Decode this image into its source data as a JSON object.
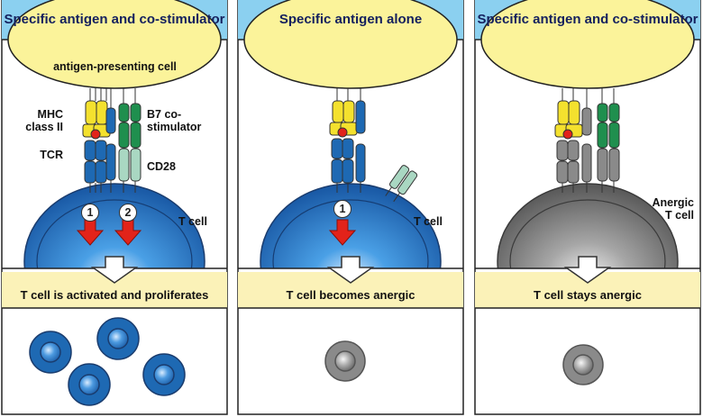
{
  "panels": [
    {
      "title": "Specific antigen and co-stimulator",
      "apc_label": "antigen-presenting cell",
      "mhc_label": "MHC class  II",
      "tcr_label": "TCR",
      "b7_label": "B7 co-stimulator",
      "cd28_label": "CD28",
      "cell_label": "T cell",
      "signals": [
        "1",
        "2"
      ],
      "result": "T cell is activated and proliferates"
    },
    {
      "title": "Specific antigen alone",
      "cell_label": "T cell",
      "signals": [
        "1"
      ],
      "result": "T cell becomes anergic"
    },
    {
      "title": "Specific antigen and co-stimulator",
      "cell_label": "Anergic T cell",
      "result": "T cell stays anergic"
    }
  ],
  "colors": {
    "panel_header": "#8bd0f0",
    "apc": "#fbf39a",
    "result_band": "#fbf2b8",
    "tcell_blue": "#1e69b3",
    "anergic_gray": "#7c7c7c",
    "mhc_yellow": "#f4e12e",
    "b7_green": "#1f8f4e",
    "cd28_mint": "#a9d7c2",
    "arrow_red": "#e2231a"
  }
}
